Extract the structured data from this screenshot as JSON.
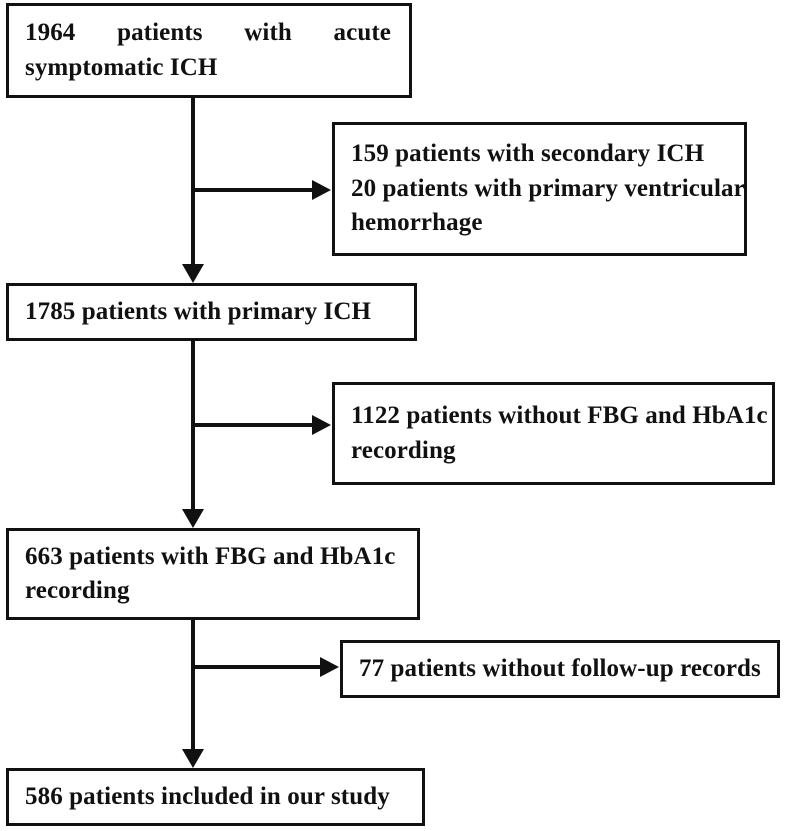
{
  "figure": {
    "type": "flowchart",
    "orientation": "top-to-bottom",
    "accent_color": "#111111",
    "background_color": "#ffffff"
  },
  "nodes": {
    "enrolled": {
      "id": "box-enrolled",
      "count": "1964",
      "line1_words": [
        "1964",
        "patients",
        "with",
        "acute"
      ],
      "line2": "symptomatic ICH",
      "full_text": "1964 patients with acute symptomatic ICH"
    },
    "excluded_secondary": {
      "id": "box-excluded-secondary",
      "line1": "159 patients with secondary ICH",
      "line2": "20 patients with primary ventricular",
      "line3": "hemorrhage",
      "full_text": "159 patients with secondary ICH 20 patients with primary ventricular hemorrhage"
    },
    "primary_ich": {
      "id": "box-primary-ich",
      "count": "1785",
      "line1": "1785 patients with primary ICH",
      "full_text": "1785 patients with primary ICH"
    },
    "excluded_no_labs": {
      "id": "box-excluded-no-labs",
      "count": "1122",
      "line1": "1122 patients without FBG and HbA1c",
      "line2": "recording",
      "full_text": "1122 patients without FBG and HbA1c recording"
    },
    "with_labs": {
      "id": "box-with-labs",
      "count": "663",
      "line1": "663 patients with FBG and HbA1c",
      "line2": "recording",
      "full_text": "663 patients with FBG and HbA1c recording"
    },
    "excluded_no_followup": {
      "id": "box-excluded-no-followup",
      "count": "77",
      "line1": "77 patients without follow-up records",
      "full_text": "77 patients without follow-up records"
    },
    "included": {
      "id": "box-included",
      "count": "586",
      "line1": "586 patients included in our study",
      "full_text": "586 patients included in our study"
    }
  },
  "connectors": [
    {
      "name": "enrolled-to-primary-ich",
      "kind": "vertical-arrow"
    },
    {
      "name": "branch-to-excluded-secondary",
      "kind": "horizontal-arrow"
    },
    {
      "name": "primary-ich-to-with-labs",
      "kind": "vertical-arrow"
    },
    {
      "name": "branch-to-excluded-no-labs",
      "kind": "horizontal-arrow"
    },
    {
      "name": "with-labs-to-included",
      "kind": "vertical-arrow"
    },
    {
      "name": "branch-to-excluded-no-followup",
      "kind": "horizontal-arrow"
    }
  ]
}
